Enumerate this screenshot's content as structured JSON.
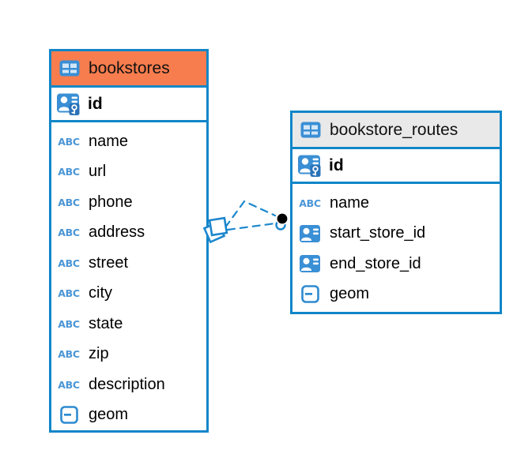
{
  "diagram": {
    "kind": "entity-relationship",
    "colors": {
      "table_border": "#1186c8",
      "bookstores_header_bg": "#f87d4e",
      "routes_header_bg": "#e9e9e9",
      "icon_blue": "#3a8fd5",
      "connector_blue": "#1d87cd"
    },
    "tables": [
      {
        "title": "bookstores",
        "header_icon": "table-icon",
        "primary_key": {
          "label": "id",
          "icon": "primary-key-icon"
        },
        "columns": [
          {
            "label": "name",
            "icon": "text"
          },
          {
            "label": "url",
            "icon": "text"
          },
          {
            "label": "phone",
            "icon": "text"
          },
          {
            "label": "address",
            "icon": "text"
          },
          {
            "label": "street",
            "icon": "text"
          },
          {
            "label": "city",
            "icon": "text"
          },
          {
            "label": "state",
            "icon": "text"
          },
          {
            "label": "zip",
            "icon": "text"
          },
          {
            "label": "description",
            "icon": "text"
          },
          {
            "label": "geom",
            "icon": "geometry"
          }
        ]
      },
      {
        "title": "bookstore_routes",
        "header_icon": "table-icon",
        "primary_key": {
          "label": "id",
          "icon": "primary-key-icon"
        },
        "columns": [
          {
            "label": "name",
            "icon": "text"
          },
          {
            "label": "start_store_id",
            "icon": "reference"
          },
          {
            "label": "end_store_id",
            "icon": "reference"
          },
          {
            "label": "geom",
            "icon": "geometry"
          }
        ]
      }
    ],
    "connector": {
      "line1_points": "285,288 309,255 348,273",
      "line2_points": "288,291 348,283",
      "dash": "9 7",
      "stroke": "#1d87cd"
    }
  }
}
